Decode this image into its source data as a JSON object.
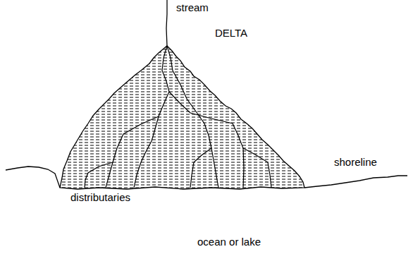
{
  "diagram": {
    "labels": [
      "stream",
      "DELTA",
      "shoreline",
      "distributaries",
      "ocean or lake"
    ]
  }
}
